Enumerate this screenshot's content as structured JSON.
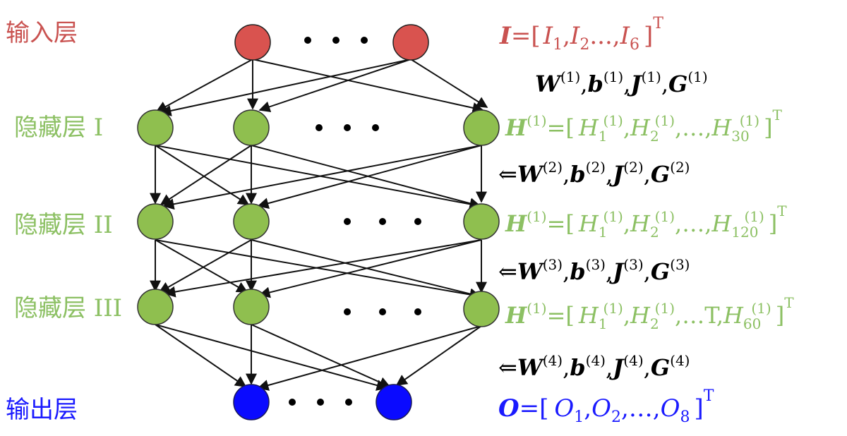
{
  "colors": {
    "input": "#d9534f",
    "hidden": "#8fbf4f",
    "output": "#0a0aff",
    "hidden_text": "#8cc063",
    "input_text": "#c95250",
    "output_text": "#1a1aff",
    "edge": "#111111"
  },
  "layers": [
    {
      "label": "输入层"
    },
    {
      "label": "隐藏层 I"
    },
    {
      "label": "隐藏层 II"
    },
    {
      "label": "隐藏层 III"
    },
    {
      "label": "输出层"
    }
  ],
  "formulas": {
    "input_vec": {
      "sym": "I",
      "eq": "=[",
      "e1": "I",
      "s1": "1",
      "e2": "I",
      "s2": "2",
      "dots": "...,",
      "e3": "I",
      "s3": "6",
      "close": "]",
      "t": "T"
    },
    "h1_vec": {
      "sym": "H",
      "sup": "(1)",
      "eq": "=[",
      "e1": "H",
      "sub1": "1",
      "sup1": "(1)",
      "e2": "H",
      "sub2": "2",
      "sup2": "(1)",
      "dots": ",…,",
      "e3": "H",
      "sub3": "30",
      "sup3": "(1)",
      "close": "]",
      "t": "T"
    },
    "h2_vec": {
      "sym": "H",
      "sup": "(1)",
      "eq": "=[",
      "e1": "H",
      "sub1": "1",
      "sup1": "(1)",
      "e2": "H",
      "sub2": "2",
      "sup2": "(1)",
      "dots": ",…,",
      "e3": "H",
      "sub3": "120",
      "sup3": "(1)",
      "close": "]",
      "t": "T"
    },
    "h3_vec": {
      "sym": "H",
      "sup": "(1)",
      "eq": "=[",
      "e1": "H",
      "sub1": "1",
      "sup1": "(1)",
      "e2": "H",
      "sub2": "2",
      "sup2": "(1)",
      "dots": ",…T,",
      "e3": "H",
      "sub3": "60",
      "sup3": "(1)",
      "close": "]",
      "t": "T"
    },
    "output_vec": {
      "sym": "O",
      "eq": "=[",
      "e1": "O",
      "s1": "1",
      "e2": "O",
      "s2": "2",
      "dots": ",…,",
      "e3": "O",
      "s3": "8",
      "close": "]",
      "t": "T"
    },
    "params": [
      {
        "arrow": "",
        "W": "W",
        "b": "b",
        "J": "J",
        "G": "G",
        "sup": "(1)"
      },
      {
        "arrow": "⇐",
        "W": "W",
        "b": "b",
        "J": "J",
        "G": "G",
        "sup": "(2)"
      },
      {
        "arrow": "⇐",
        "W": "W",
        "b": "b",
        "J": "J",
        "G": "G",
        "sup": "(3)"
      },
      {
        "arrow": "⇐",
        "W": "W",
        "b": "b",
        "J": "J",
        "G": "G",
        "sup": "(4)"
      }
    ]
  }
}
